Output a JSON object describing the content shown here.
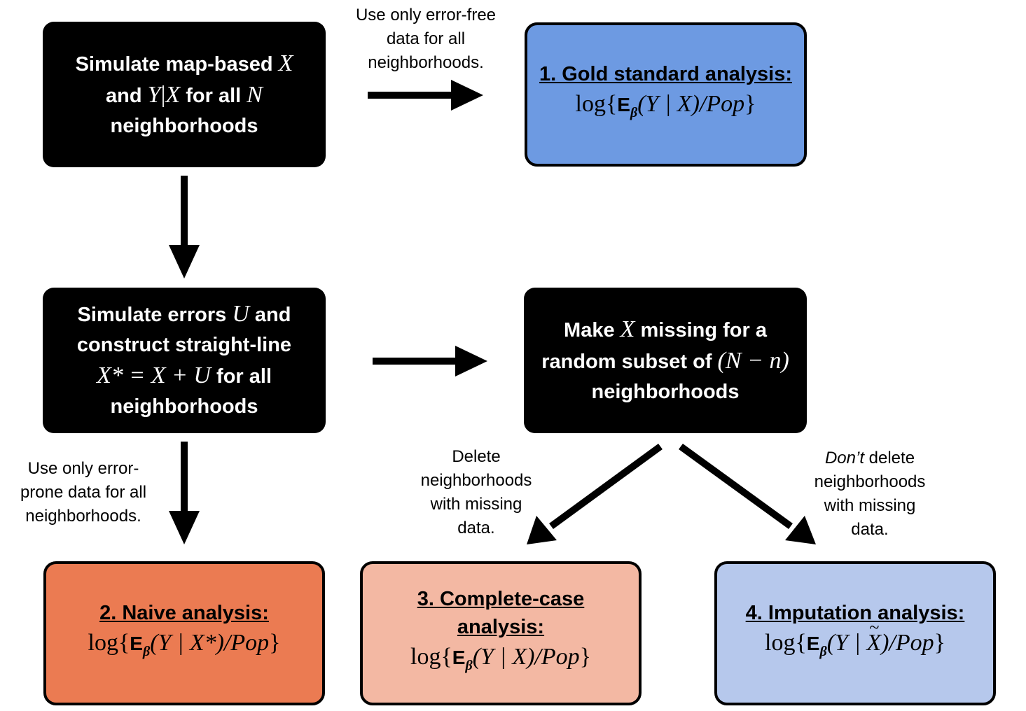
{
  "boxes": {
    "simulate_xy": {
      "line1_text": "Simulate map-based ",
      "line1_var": "X",
      "line2_pre": "and ",
      "line2_var_y": "Y",
      "line2_bar": "|",
      "line2_var_x": "X",
      "line2_mid": " for all ",
      "line2_var_n": "N",
      "line3": "neighborhoods"
    },
    "simulate_errors": {
      "line1_pre": "Simulate errors ",
      "line1_var": "U",
      "line1_post": " and",
      "line2": "construct straight-line",
      "line3_math": "X* = X + U",
      "line3_post": " for all",
      "line4": "neighborhoods"
    },
    "make_missing": {
      "line1_pre": "Make ",
      "line1_var": "X",
      "line1_post": " missing for a",
      "line2_pre": "random subset of ",
      "line2_math": "(N − n)",
      "line3": "neighborhoods"
    },
    "gold": {
      "title": "1. Gold standard analysis:",
      "f_log": "log{",
      "f_e": "E",
      "f_sub": "β",
      "f_body": "(Y | X)/Pop",
      "f_close": "}"
    },
    "naive": {
      "title": "2. Naive analysis:",
      "f_log": "log{",
      "f_e": "E",
      "f_sub": "β",
      "f_body": "(Y | X*)/Pop",
      "f_close": "}"
    },
    "complete_case": {
      "title_line1": "3. Complete-case",
      "title_line2": "analysis:",
      "f_log": "log{",
      "f_e": "E",
      "f_sub": "β",
      "f_body": "(Y | X)/Pop",
      "f_close": "}"
    },
    "imputation": {
      "title": "4. Imputation analysis:",
      "f_log": "log{",
      "f_e": "E",
      "f_sub": "β",
      "f_body1": "(Y | ",
      "f_tilde_var": "X",
      "f_body2": ")/Pop",
      "f_close": "}"
    }
  },
  "labels": {
    "error_free": [
      "Use only error-free",
      "data for all",
      "neighborhoods."
    ],
    "error_prone": [
      "Use only error-",
      "prone data for all",
      "neighborhoods."
    ],
    "delete": [
      "Delete",
      "neighborhoods",
      "with missing",
      "data."
    ],
    "dont_delete_em": "Don’t",
    "dont_delete_rest": " delete",
    "dont_delete_lines": [
      "neighborhoods",
      "with missing",
      "data."
    ]
  },
  "colors": {
    "dark_box": "#000000",
    "gold": "#6d9ae2",
    "naive": "#eb7b52",
    "complete_case": "#f3b8a3",
    "imputation": "#b6c8ec"
  }
}
